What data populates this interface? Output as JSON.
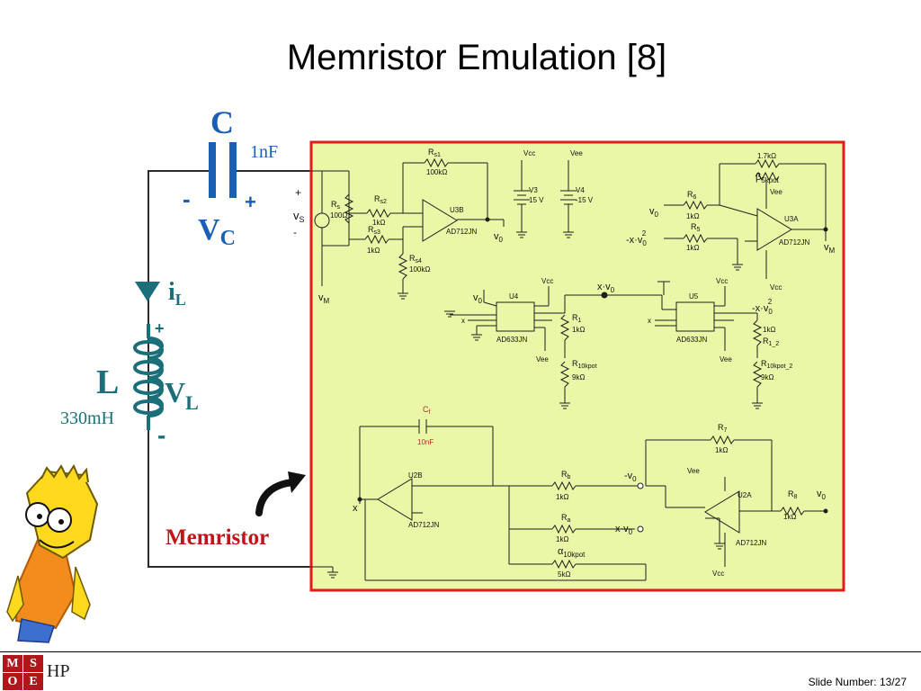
{
  "slide": {
    "title": "Memristor Emulation [8]",
    "slide_number": "Slide Number: 13/27"
  },
  "logo": {
    "cells": [
      "M",
      "S",
      "O",
      "E"
    ],
    "hp_mark": "HP"
  },
  "colors": {
    "panel_fill": "#eaf7a6",
    "panel_border": "#e21b1b",
    "blue_label": "#1a5fb4",
    "teal_symbol": "#1b6f7a",
    "memristor_label": "#c0141a",
    "wire": "#2b2b2b"
  },
  "outer_circuit": {
    "capacitor": {
      "name": "C",
      "value": "1nF",
      "minus": "-",
      "plus": "+",
      "voltage_main": "V",
      "voltage_sub": "C"
    },
    "inductor": {
      "name": "L",
      "value": "330mH",
      "plus": "+",
      "minus": "-",
      "voltage_main": "V",
      "voltage_sub": "L"
    },
    "current": {
      "main": "i",
      "sub": "L"
    },
    "memristor_label": "Memristor"
  },
  "schematic": {
    "source": {
      "plus": "+",
      "minus": "-",
      "v": "v",
      "v_sub": "S"
    },
    "rs": {
      "name": "R",
      "sub": "s",
      "value": "100Ω"
    },
    "rs1": {
      "name": "R",
      "sub": "s1",
      "value": "100kΩ"
    },
    "rs2": {
      "name": "R",
      "sub": "s2",
      "value": "1kΩ"
    },
    "rs3": {
      "name": "R",
      "sub": "s3",
      "value": "1kΩ"
    },
    "rs4": {
      "name": "R",
      "sub": "s4",
      "value": "100kΩ"
    },
    "u3b": {
      "name": "U3B",
      "part": "AD712JN"
    },
    "vm_out": {
      "v": "v",
      "sub": "M"
    },
    "v0_out1": {
      "v": "v",
      "sub": "0"
    },
    "supplies": {
      "vcc": "Vcc",
      "vee": "Vee",
      "v3": "V3",
      "v3_val": "15 V",
      "v4": "V4",
      "v4_val": "-15 V"
    },
    "beta": {
      "value": "1.7kΩ",
      "name": "β",
      "sub": "5kpot",
      "vee": "Vee"
    },
    "r6": {
      "name": "R",
      "sub": "6",
      "value": "1kΩ"
    },
    "r5": {
      "name": "R",
      "sub": "5",
      "value": "1kΩ"
    },
    "u3a": {
      "name": "U3A",
      "part": "AD712JN",
      "vcc": "Vcc"
    },
    "u3a_in1": {
      "v": "v",
      "sub": "0"
    },
    "u3a_in2": {
      "prefix": "-x·v",
      "sub": "0",
      "sup": "2"
    },
    "u3a_out": {
      "v": "v",
      "sub": "M"
    },
    "u4": {
      "name": "U4",
      "part": "AD633JN",
      "vcc": "Vcc",
      "vee": "Vee",
      "in_v": "v",
      "in_v_sub": "0",
      "in_x": "x"
    },
    "r1": {
      "name": "R",
      "sub": "1",
      "value": "1kΩ"
    },
    "r10": {
      "name": "R",
      "sub": "10kpot",
      "value": "9kΩ"
    },
    "xv0_mid": {
      "text": "x·v",
      "sub": "0"
    },
    "u5": {
      "name": "U5",
      "part": "AD633JN",
      "vcc": "Vcc",
      "vee": "Vee",
      "in_x": "x"
    },
    "r1_2": {
      "name": "R",
      "sub": "1_2",
      "value": "1kΩ"
    },
    "r10_2": {
      "name": "R",
      "sub": "10kpot_2",
      "value": "9kΩ"
    },
    "u5_out": {
      "prefix": "-x·v",
      "sub": "0",
      "sup": "2"
    },
    "cf": {
      "name": "C",
      "sub": "f",
      "value": "10nF"
    },
    "u2b": {
      "name": "U2B",
      "part": "AD712JN"
    },
    "x_label": "x",
    "rb": {
      "name": "R",
      "sub": "b",
      "value": "1kΩ"
    },
    "ra": {
      "name": "R",
      "sub": "a",
      "value": "1kΩ"
    },
    "alpha": {
      "name": "α",
      "sub": "10kpot",
      "value": "5kΩ"
    },
    "neg_v0": {
      "v": "-v",
      "sub": "0"
    },
    "xv0_low": {
      "text": "x·v",
      "sub": "0"
    },
    "r7": {
      "name": "R",
      "sub": "7",
      "value": "1kΩ"
    },
    "u2a": {
      "name": "U2A",
      "part": "AD712JN",
      "vee": "Vee",
      "vcc": "Vcc"
    },
    "r8": {
      "name": "R",
      "sub": "8",
      "value": "1kΩ"
    },
    "v0_out2": {
      "v": "v",
      "sub": "0"
    }
  }
}
